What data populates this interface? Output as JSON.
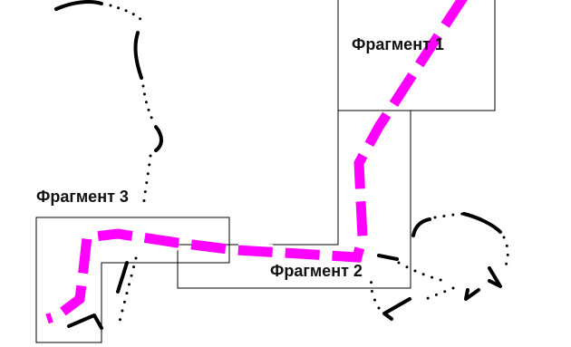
{
  "fragments": [
    {
      "label": "Фрагмент 1"
    },
    {
      "label": "Фрагмент 2"
    },
    {
      "label": "Фрагмент 3"
    }
  ],
  "colors": {
    "background": "#ffffff",
    "frame": "#000000",
    "route": "#ff00ff",
    "route_edge": "#ffffff",
    "line": "#000000"
  }
}
